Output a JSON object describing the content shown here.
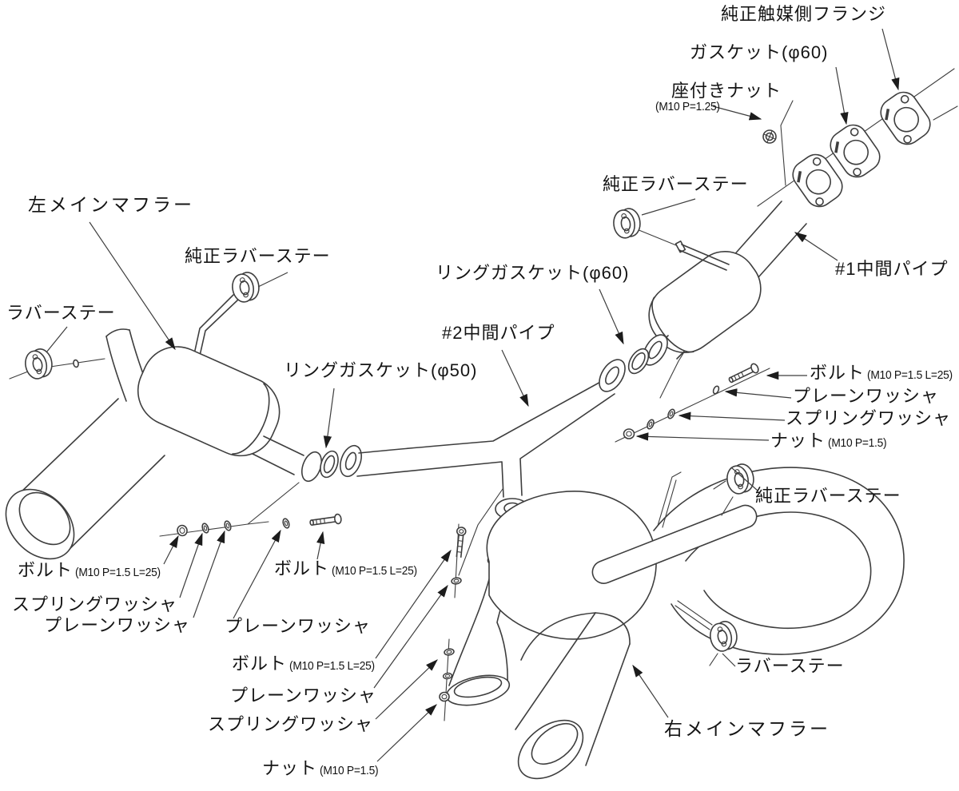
{
  "colors": {
    "line": "#3e3e3e",
    "text": "#141414",
    "arrow": "#1c1c1c",
    "bg": "#ffffff"
  },
  "labels": {
    "catalyst_flange": {
      "text": "純正触媒側フランジ"
    },
    "gasket_60": {
      "text": "ガスケット(φ60)"
    },
    "seated_nut": {
      "text": "座付きナット",
      "spec": "(M10 P=1.25)"
    },
    "oem_rubber_stay_top": {
      "text": "純正ラバーステー"
    },
    "pipe_1": {
      "text": "#1中間パイプ"
    },
    "ring_gasket_60": {
      "text": "リングガスケット(φ60)"
    },
    "pipe_2": {
      "text": "#2中間パイプ"
    },
    "left_main_muffler": {
      "text": "左メインマフラー"
    },
    "oem_rubber_stay_left": {
      "text": "純正ラバーステー"
    },
    "rubber_stay_left": {
      "text": "ラバーステー"
    },
    "ring_gasket_50": {
      "text": "リングガスケット(φ50)"
    },
    "bolt_right": {
      "text": "ボルト",
      "spec": "(M10 P=1.5 L=25)"
    },
    "plain_washer_right": {
      "text": "プレーンワッシャ"
    },
    "spring_washer_right": {
      "text": "スプリングワッシャ"
    },
    "nut_right": {
      "text": "ナット",
      "spec": "(M10 P=1.5)"
    },
    "oem_rubber_stay_right": {
      "text": "純正ラバーステー"
    },
    "bolt_left": {
      "text": "ボルト",
      "spec": "(M10 P=1.5 L=25)"
    },
    "spring_washer_left": {
      "text": "スプリングワッシャ"
    },
    "plain_washer_left": {
      "text": "プレーンワッシャ"
    },
    "plain_washer_mid": {
      "text": "プレーンワッシャ"
    },
    "bolt_mid": {
      "text": "ボルト",
      "spec": "(M10 P=1.5 L=25)"
    },
    "bolt_mid2": {
      "text": "ボルト",
      "spec": "(M10 P=1.5 L=25)"
    },
    "plain_washer_mid2": {
      "text": "プレーンワッシャ"
    },
    "spring_washer_mid": {
      "text": "スプリングワッシャ"
    },
    "nut_mid": {
      "text": "ナット",
      "spec": "(M10 P=1.5)"
    },
    "rubber_stay_right": {
      "text": "ラバーステー"
    },
    "right_main_muffler": {
      "text": "右メインマフラー"
    }
  }
}
